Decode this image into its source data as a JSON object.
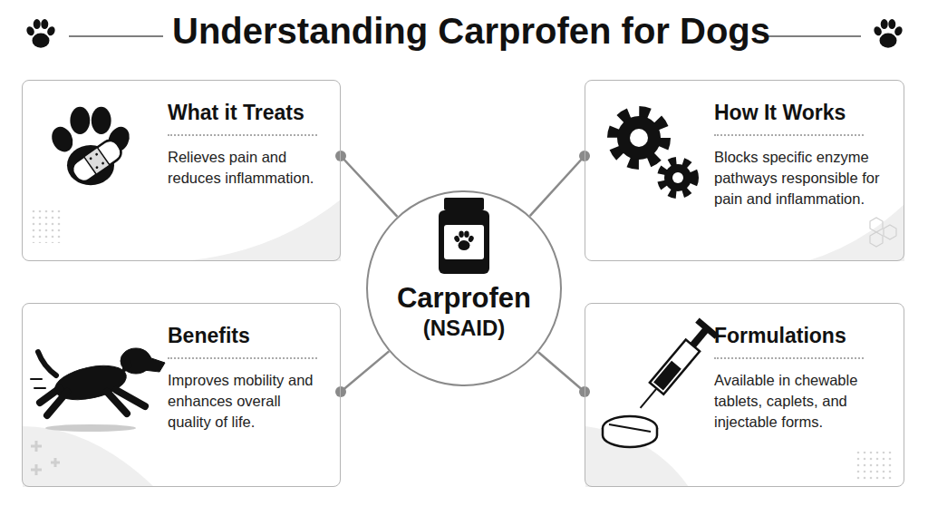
{
  "diagram": {
    "title": "Understanding Carprofen for Dogs",
    "nodes": [
      {
        "text": [
          "What it Treats",
          "Relieves pain and reduces inflammation."
        ]
      },
      {
        "text": [
          "How It Works",
          "Blocks specific enzyme pathways responsible for pain and inflammation."
        ]
      },
      {
        "text": [
          "Carprofen",
          "(NSAID)"
        ]
      },
      {
        "text": [
          "Benefits",
          "Improves mobility and enhances overall quality of life."
        ]
      },
      {
        "text": [
          "Formulations",
          "Available in chewable tablets, caplets, and injectable forms."
        ]
      }
    ],
    "edges": [
      {
        "from": 2,
        "to": 0,
        "arrow": "none"
      },
      {
        "from": 2,
        "to": 1,
        "arrow": "none"
      },
      {
        "from": 2,
        "to": 3,
        "arrow": "none"
      },
      {
        "from": 2,
        "to": 4,
        "arrow": "none"
      }
    ]
  }
}
